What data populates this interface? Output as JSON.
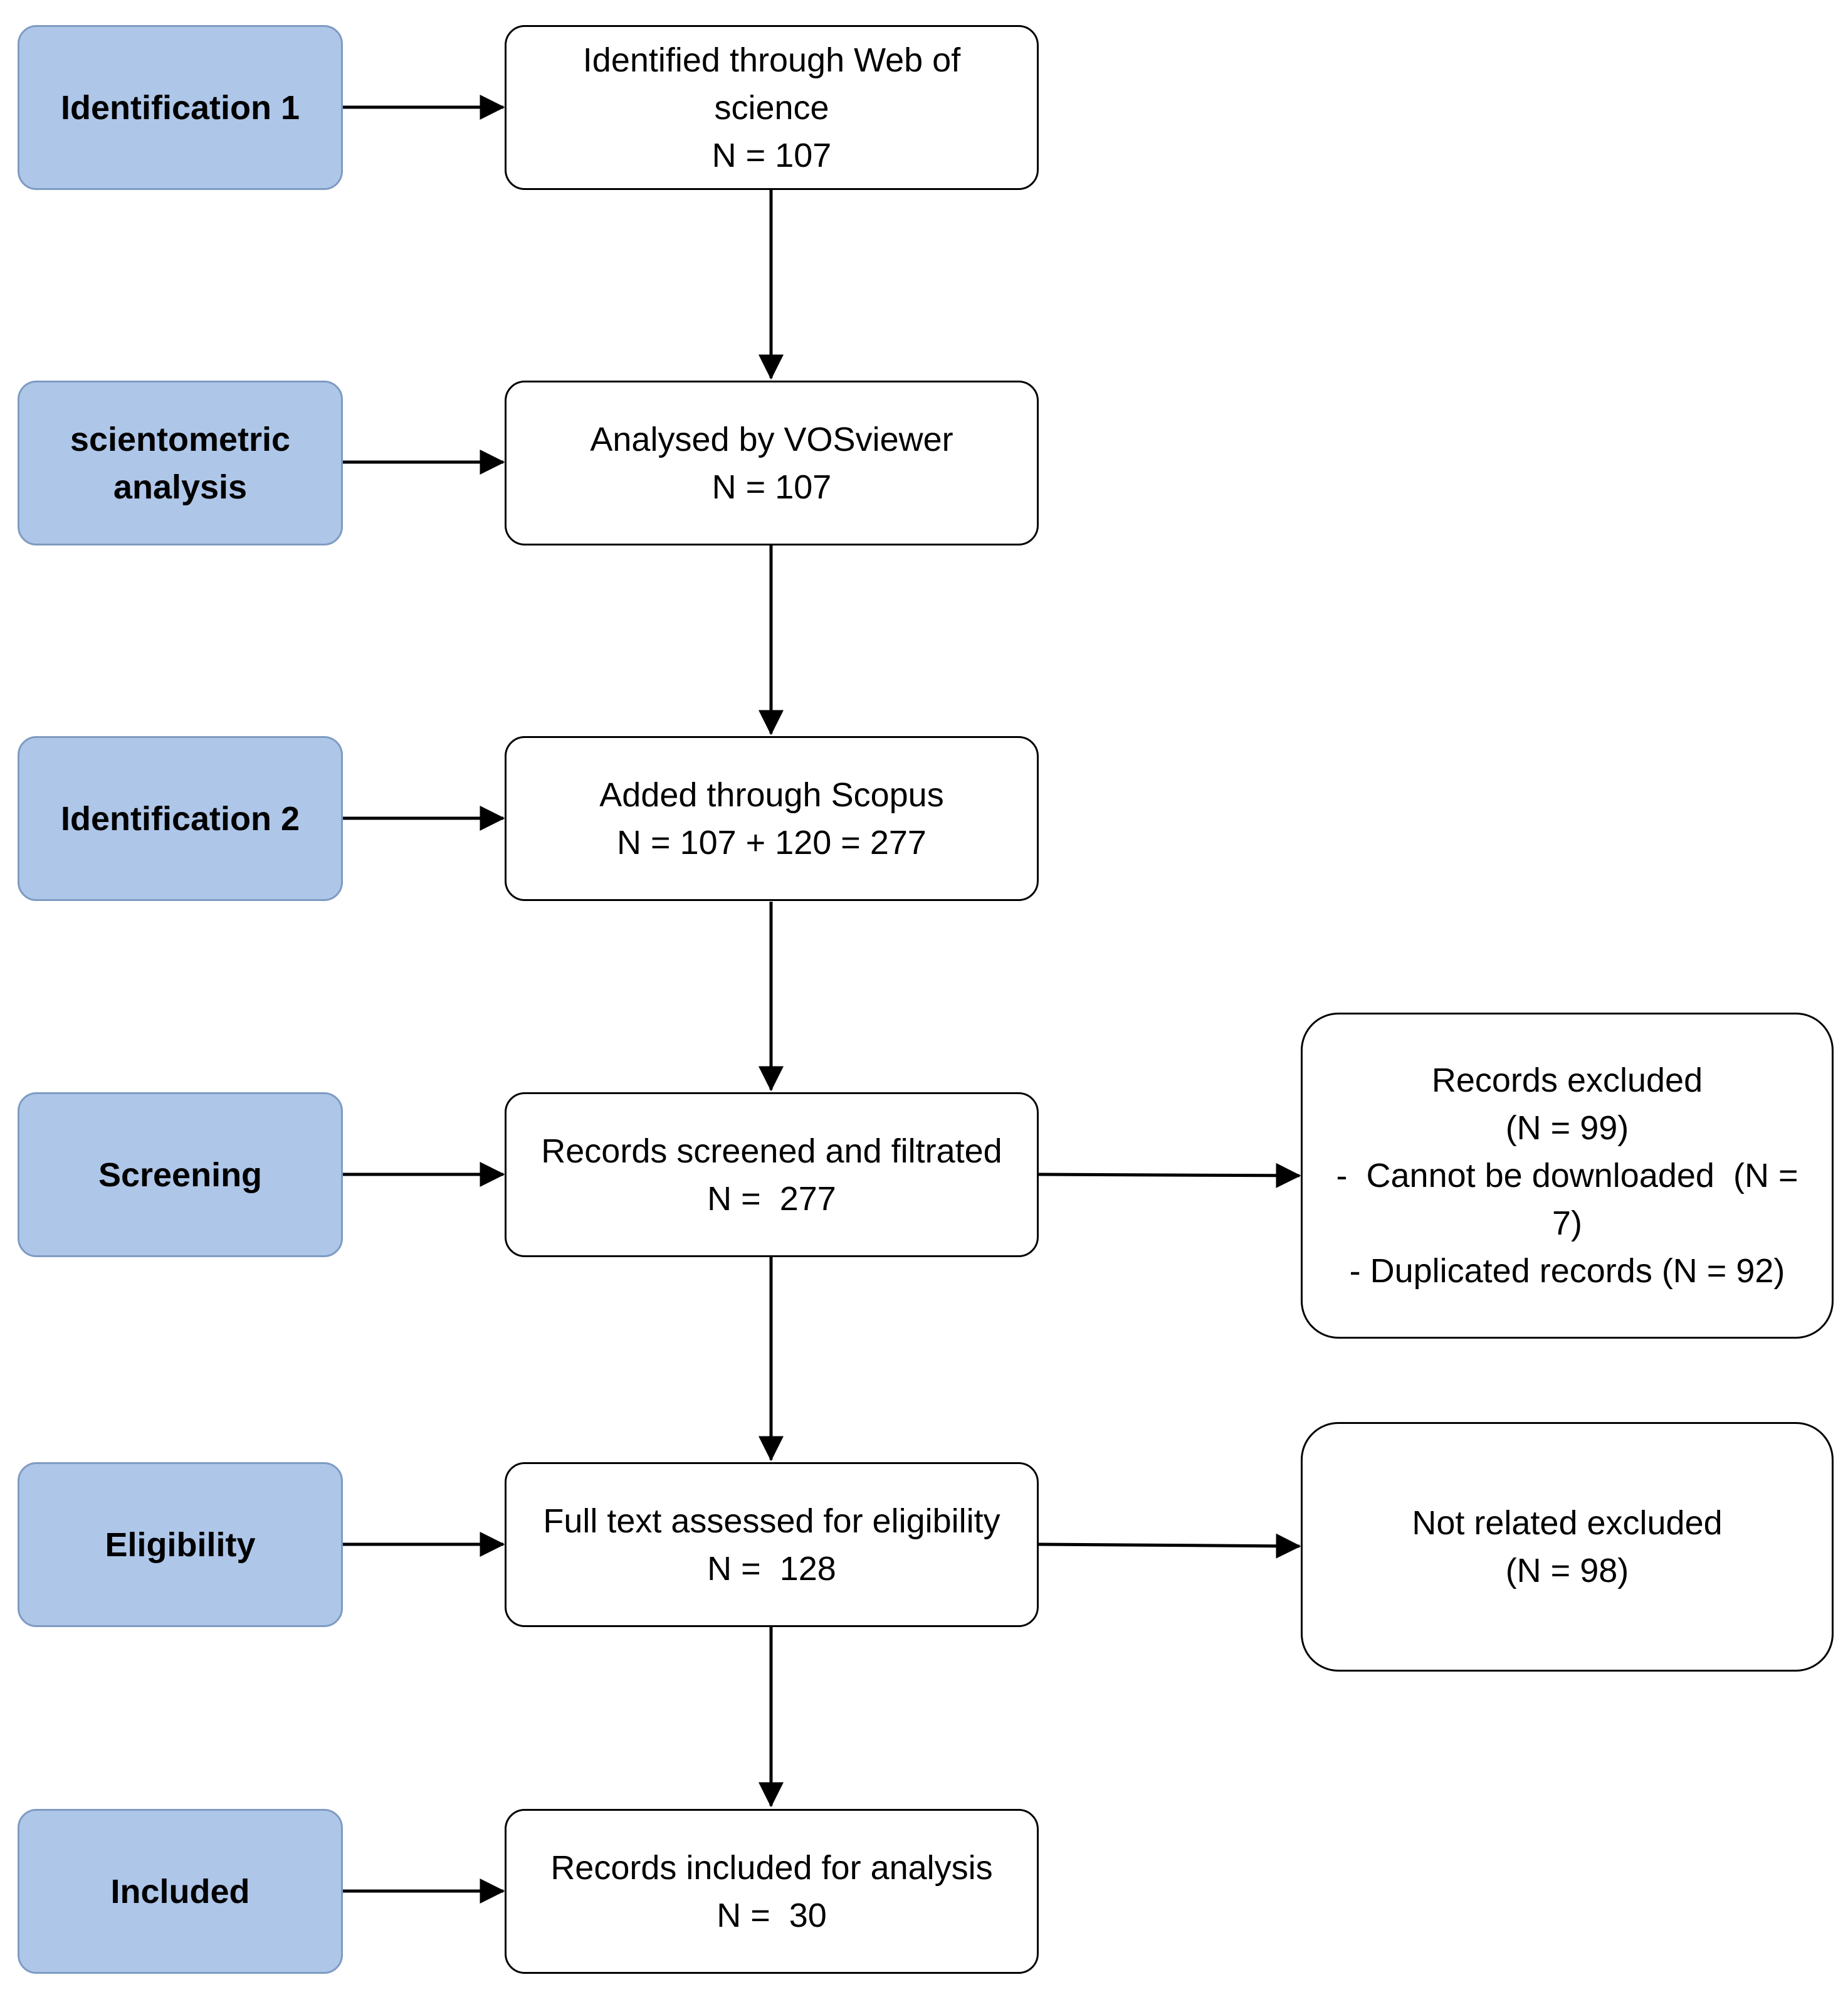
{
  "stages": [
    {
      "id": "identification-1",
      "label": "Identification 1"
    },
    {
      "id": "scientometric-analysis",
      "label": "scientometric analysis"
    },
    {
      "id": "identification-2",
      "label": "Identification 2"
    },
    {
      "id": "screening",
      "label": "Screening"
    },
    {
      "id": "eligibility",
      "label": "Eligibility"
    },
    {
      "id": "included",
      "label": "Included"
    }
  ],
  "flow": [
    {
      "text": "Identified through Web of science",
      "count": "N = 107"
    },
    {
      "text": "Analysed by VOSviewer",
      "count": "N = 107"
    },
    {
      "text": "Added through Scopus",
      "count": "N = 107 + 120 = 277"
    },
    {
      "text": "Records screened and filtrated",
      "count": "N =  277"
    },
    {
      "text": "Full text assessed for eligibility",
      "count": "N =  128"
    },
    {
      "text": "Records included for analysis",
      "count": "N =  30"
    }
  ],
  "exclusions": {
    "screening": {
      "title": "Records excluded",
      "count": "(N = 99)",
      "reason_1": "-  Cannot be downloaded  (N = 7)",
      "reason_2": "- Duplicated records (N = 92)"
    },
    "eligibility": {
      "title": "Not related excluded",
      "count": "(N = 98)"
    }
  },
  "colors": {
    "stage_fill": "#aec6e8",
    "stage_border": "#7f9bc2",
    "box_border": "#000000",
    "arrow": "#000000"
  }
}
